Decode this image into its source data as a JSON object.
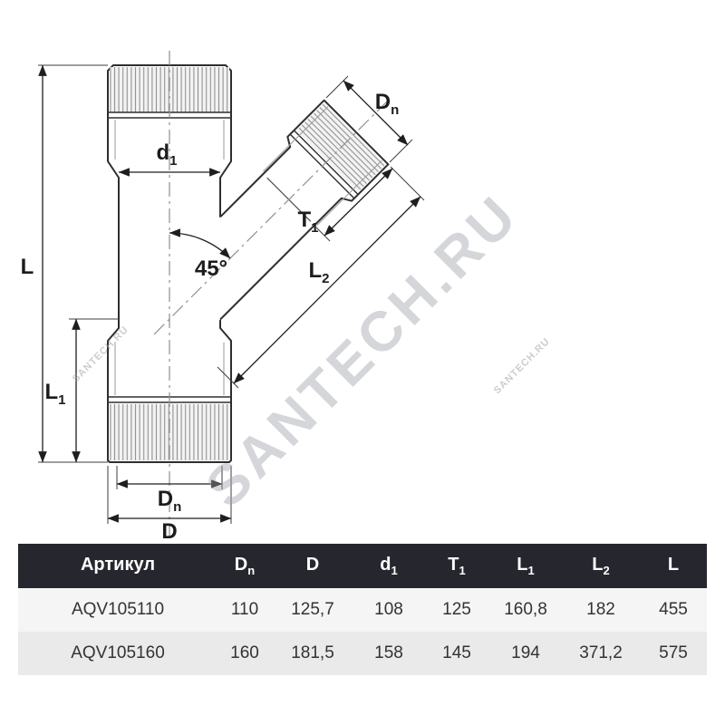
{
  "watermark": {
    "main": "SANTECH.RU",
    "small": "SANTECH.RU"
  },
  "diagram": {
    "labels": {
      "L": {
        "base": "L",
        "sub": ""
      },
      "L1": {
        "base": "L",
        "sub": "1"
      },
      "d1": {
        "base": "d",
        "sub": "1"
      },
      "DnBranch": {
        "base": "D",
        "sub": "n"
      },
      "T1": {
        "base": "T",
        "sub": "1"
      },
      "L2": {
        "base": "L",
        "sub": "2"
      },
      "angle": {
        "base": "45°",
        "sub": ""
      },
      "DnBottom": {
        "base": "D",
        "sub": "n"
      },
      "D": {
        "base": "D",
        "sub": ""
      }
    }
  },
  "table": {
    "headers": [
      {
        "base": "Артикул",
        "sub": ""
      },
      {
        "base": "D",
        "sub": "n"
      },
      {
        "base": "D",
        "sub": ""
      },
      {
        "base": "d",
        "sub": "1"
      },
      {
        "base": "T",
        "sub": "1"
      },
      {
        "base": "L",
        "sub": "1"
      },
      {
        "base": "L",
        "sub": "2"
      },
      {
        "base": "L",
        "sub": ""
      }
    ],
    "rows": [
      [
        "AQV105110",
        "110",
        "125,7",
        "108",
        "125",
        "160,8",
        "182",
        "455"
      ],
      [
        "AQV105160",
        "160",
        "181,5",
        "158",
        "145",
        "194",
        "371,2",
        "575"
      ]
    ]
  }
}
